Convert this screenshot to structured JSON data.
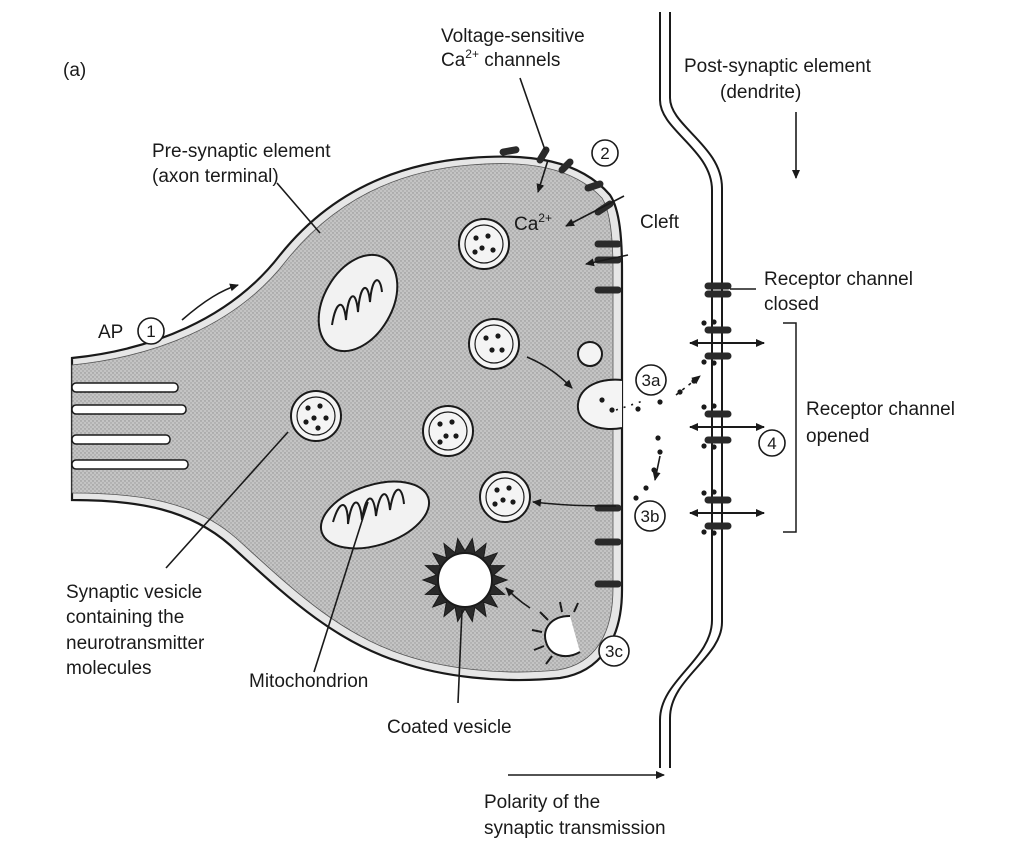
{
  "panel_label": "(a)",
  "labels": {
    "ca_channels_line1": "Voltage-sensitive",
    "ca_channels_ca": "Ca",
    "ca_channels_sup": "2+",
    "ca_channels_rest": " channels",
    "post_line1": "Post-synaptic element",
    "post_line2": "(dendrite)",
    "pre_line1": "Pre-synaptic element",
    "pre_line2": "(axon terminal)",
    "ca_ion": "Ca",
    "ca_ion_sup": "2+",
    "cleft": "Cleft",
    "ap": "AP",
    "receptor_closed_line1": "Receptor channel",
    "receptor_closed_line2": "closed",
    "receptor_opened_line1": "Receptor channel",
    "receptor_opened_line2": "opened",
    "synaptic_vesicle_line1": "Synaptic vesicle",
    "synaptic_vesicle_line2": "containing the",
    "synaptic_vesicle_line3": "neurotransmitter",
    "synaptic_vesicle_line4": "molecules",
    "mitochondrion": "Mitochondrion",
    "coated_vesicle": "Coated vesicle",
    "polarity_line1": "Polarity of the",
    "polarity_line2": "synaptic transmission"
  },
  "steps": {
    "s1": "1",
    "s2": "2",
    "s3a": "3a",
    "s3b": "3b",
    "s3c": "3c",
    "s4": "4"
  },
  "colors": {
    "ink": "#1a1a1a",
    "cytoplasm": "#b9b9b9",
    "membrane": "#e8e8e8",
    "vesicle_fill": "#f4f4f4",
    "paper": "#ffffff"
  }
}
